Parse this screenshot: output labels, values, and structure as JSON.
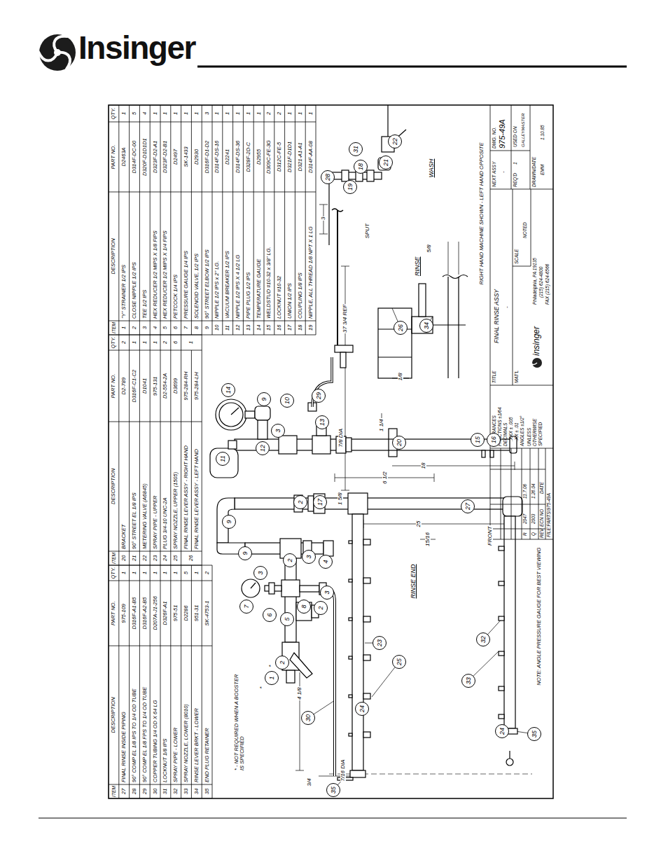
{
  "diagram": {
    "nodes": [
      {
        "text": [
          "9"
        ]
      },
      {
        "text": [
          "9"
        ]
      },
      {
        "text": [
          "2"
        ]
      },
      {
        "text": [
          "3"
        ]
      },
      {
        "text": [
          "4"
        ]
      },
      {
        "text": [
          "3"
        ]
      },
      {
        "text": [
          "7"
        ]
      },
      {
        "text": [
          "6"
        ]
      },
      {
        "text": [
          "5"
        ]
      },
      {
        "text": [
          "8"
        ]
      },
      {
        "text": [
          "3"
        ]
      },
      {
        "text": [
          "2"
        ]
      },
      {
        "text": [
          "1"
        ]
      },
      {
        "text": [
          "2"
        ]
      },
      {
        "text": [
          "2"
        ]
      },
      {
        "text": [
          "17"
        ]
      },
      {
        "text": [
          "30"
        ]
      },
      {
        "text": [
          "23"
        ]
      },
      {
        "text": [
          "25"
        ]
      },
      {
        "text": [
          "24"
        ]
      },
      {
        "text": [
          "35"
        ]
      },
      {
        "text": [
          "27"
        ]
      },
      {
        "text": [
          "32"
        ]
      },
      {
        "text": [
          "33"
        ]
      },
      {
        "text": [
          "24"
        ]
      },
      {
        "text": [
          "35"
        ]
      },
      {
        "text": [
          "11"
        ]
      },
      {
        "text": [
          "12"
        ]
      },
      {
        "text": [
          "3"
        ]
      },
      {
        "text": [
          "13"
        ]
      },
      {
        "text": [
          "14"
        ]
      },
      {
        "text": [
          "9"
        ]
      },
      {
        "text": [
          "10"
        ]
      },
      {
        "text": [
          "29"
        ]
      },
      {
        "text": [
          "20"
        ]
      },
      {
        "text": [
          "15"
        ]
      },
      {
        "text": [
          "16"
        ]
      },
      {
        "text": [
          "26"
        ]
      },
      {
        "text": [
          "34"
        ]
      },
      {
        "text": [
          "28"
        ]
      },
      {
        "text": [
          "31"
        ]
      },
      {
        "text": [
          "18"
        ]
      },
      {
        "text": [
          "19"
        ]
      },
      {
        "text": [
          "21"
        ]
      },
      {
        "text": [
          "22"
        ]
      }
    ],
    "labels": [
      "Insinger",
      "ITEM",
      "DESCRIPTION",
      "PART NO.",
      "QTY.",
      "27",
      "FINAL RINSE INSIDE PIPING",
      "975-109",
      "1",
      "28",
      "90° COMP EL 1/8 IPS TO 1/4 OD TUBE",
      "D316F-A1-B5",
      "1",
      "29",
      "90° COMP EL 1/8 FPS TO 1/4 OD TUBE",
      "D316F-A2-B5",
      "1",
      "30",
      "COPPER TUBING 1/4 OD X 64 LG",
      "D207A-J1-256",
      "1",
      "31",
      "LOCKNUT 1/8 IPS",
      "D326F-A1",
      "1",
      "32",
      "SPRAY PIPE - LOWER",
      "975-51",
      "1",
      "33",
      "SPRAY NOZZLE, LOWER (8010)",
      "D2286",
      "5",
      "34",
      "RINSE LEVER BRKT - LOWER",
      "951-31",
      "1",
      "35",
      "END PLUG RETAINER",
      "SK-4753-1",
      "2",
      "ITEM",
      "DESCRIPTION",
      "PART NO.",
      "QTY.",
      "20",
      "BRACKET",
      "D2-789",
      "2",
      "21",
      "90° STREET EL 1/8 IPS",
      "D316F-C1-C2",
      "1",
      "22",
      "METERING VALVE (A6845)",
      "D1041",
      "1",
      "23",
      "SPRAY PIPE - UPPER",
      "975-131",
      "1",
      "24",
      "PLUG 3/4-10 UNC-2A",
      "D2-554-2A",
      "2",
      "25",
      "SPRAY NOZZLE, UPPER (1505)",
      "D3699",
      "6",
      "26",
      "FINAL RINSE LEVER ASSY - RIGHT HAND",
      "975-284-RH",
      "1",
      "FINAL RINSE LEVER ASSY - LEFT HAND",
      "975-284-LH",
      "ITEM",
      "DESCRIPTION",
      "PART NO.",
      "QTY.",
      "1",
      "\"Y\" STRAINER 1/2 IPS",
      "D2463A",
      "1",
      "2",
      "CLOSE NIPPLE 1/2 IPS",
      "D314F-DC-00",
      "5",
      "3",
      "TEE 1/2 IPS",
      "D320F-D1D1D1",
      "4",
      "4",
      "HEX REDUCER 1/2 MIPS X 1/8 FIPS",
      "D323F-D2-A1",
      "1",
      "5",
      "HEX REDUCER 1/2 MIPS X 1/4 FIPS",
      "D323F-D2-B1",
      "1",
      "6",
      "PETCOCK 1/4 IPS",
      "D2497",
      "1",
      "7",
      "PRESSURE GAUGE 1/4 IPS",
      "SK-1433",
      "1",
      "8",
      "SOLENOID VALVE, 1/2 IPS",
      "D2930",
      "1",
      "9",
      "90° STREET ELBOW 1/2 IPS",
      "D316F-D1-D2",
      "3",
      "10",
      "NIPPLE 1/2 IPS x 2\" LG.",
      "D314F-DS-16",
      "1",
      "11",
      "VACUUM BREAKER 1/2 IPS",
      "D2241",
      "1",
      "12",
      "NIPPLE 1/2 IPS X 4 1/2 LG",
      "D314F-DS-36",
      "1",
      "13",
      "PIPE PLUG 1/2 IPS",
      "D328F-2D-C",
      "1",
      "14",
      "TEMPERATURE GAUGE",
      "D2955",
      "1",
      "15",
      "WELDSTUD #10-32 x 3/8\" LG.",
      "D309C-FE-3G",
      "2",
      "16",
      "LOCKNUT #10-32",
      "D312C-FE-5",
      "2",
      "17",
      "UNION 1/2 IPS",
      "D321F-D1D1",
      "1",
      "18",
      "COUPLING 1/8 IPS",
      "D321-A1-A1",
      "1",
      "19",
      "NIPPLE, ALL THREAD 1/8 NPT X 1 LG",
      "D314F-AA-08",
      "1",
      "RIGHT HAND MACHINE SHOWN - LEFT HAND OPPOSITE",
      "TOLERANCES",
      "FRACTIONS ±1/64",
      "DECIMALS",
      ".XXX ± .005",
      ".XX ± .01",
      "ANGLES ±1/2°",
      "UNLESS",
      "OTHERWISE",
      "SPECIFIED",
      "R",
      "2047",
      "11.7.06",
      "Q",
      "2003",
      "1.26.04",
      "REV",
      "ECN NO",
      "DATE",
      "FILE:PARTS\\975-49A",
      "TITLE",
      "FINAL RINSE ASSY",
      "-",
      "MAT'L",
      "insinger",
      "Philadelphia, PA 19135",
      "(215) 624-4800",
      "FAX (215) 624-6566",
      "SCALE",
      "NOTED",
      "NEXT ASSY",
      "-",
      "DWG. NO.",
      "975-49A",
      "REQ'D",
      "1",
      "USED ON",
      "GALLEYMASTER",
      "DRAWN/DATE",
      "EMM",
      "1.10.85",
      "RINSE END",
      "RINSE",
      "WASH",
      "SPUT",
      "FRONT",
      "NOTE: ANGLE PRESSURE GAUGE FOR BEST VIEWING",
      "* - NOT REQUIRED WHEN A BOOSTER IS SPECIFIED",
      "*",
      "*",
      "4 1/8",
      "3/4",
      "7/16 DIA",
      "1 5/8",
      "25",
      "15/16",
      "7/8 DIA",
      "6 1/2",
      "18",
      "1 1/4",
      "1/8",
      "37 3/4 REF",
      "5/8",
      "3"
    ]
  }
}
